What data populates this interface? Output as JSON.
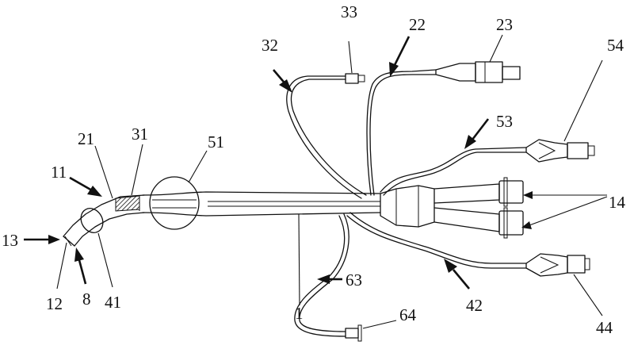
{
  "diagram": {
    "title": "Catheter assembly drawing with reference numerals",
    "labels": {
      "l1": "1",
      "l8": "8",
      "l11": "11",
      "l12": "12",
      "l13": "13",
      "l14": "14",
      "l21": "21",
      "l22": "22",
      "l23": "23",
      "l31": "31",
      "l32": "32",
      "l33": "33",
      "l41": "41",
      "l42": "42",
      "l44": "44",
      "l51": "51",
      "l53": "53",
      "l54": "54",
      "l63": "63",
      "l64": "64"
    }
  }
}
